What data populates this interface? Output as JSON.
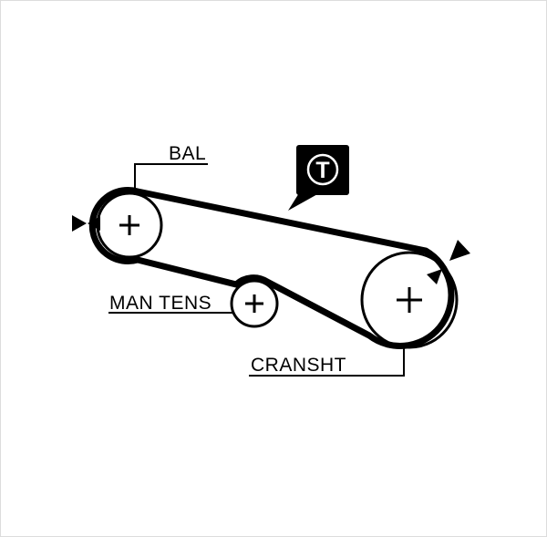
{
  "diagram": {
    "title": "Timing belt routing diagram",
    "colors": {
      "background": "#ffffff",
      "line": "#000000",
      "badge_background": "#000000",
      "badge_foreground": "#ffffff"
    },
    "pulleys": [
      {
        "id": "balancer",
        "label": "BAL"
      },
      {
        "id": "manual-tensioner",
        "label": "MAN TENS"
      },
      {
        "id": "crankshaft",
        "label": "CRANSHT"
      }
    ],
    "badge": {
      "label": "T"
    },
    "icons": {
      "left_marks": "facing-alignment-arrows-icon",
      "crank_marks": "facing-alignment-arrows-icon",
      "badge": "t-in-circle-badge-icon"
    }
  }
}
